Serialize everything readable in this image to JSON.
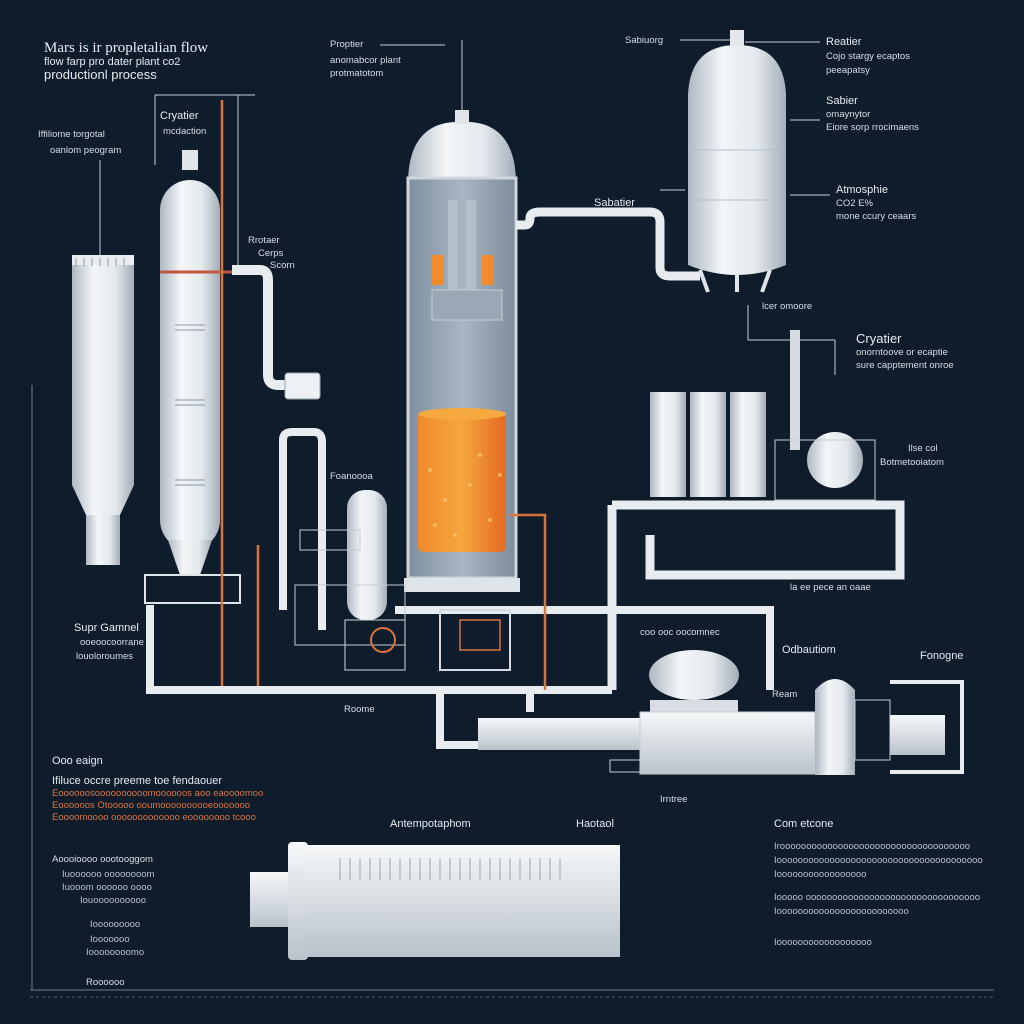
{
  "colors": {
    "background": "#0e1c2b",
    "equipment": "#eef1f4",
    "equipment_shadow": "#b7c0c9",
    "pipe": "#e8ecef",
    "accent_orange": "#e8762e",
    "label_text": "#e6ebf0"
  },
  "title": {
    "line1": "Mars is ir propletalian flow",
    "line2": "flow farp pro dater plant co2",
    "line3": "productionl process"
  },
  "labels": {
    "left_tank": {
      "name": "Cryatier",
      "sub": "mcdaction"
    },
    "left_desc": {
      "line1": "Iffiliome torgotal",
      "line2": "oanlom peogram"
    },
    "left_valve": {
      "line1": "Rrotaer",
      "line2": "Cerps",
      "line3": "Scorn"
    },
    "reactor_top": {
      "line1": "Proptier",
      "line2": "anomabcor plant",
      "line3": "protmatotom"
    },
    "right_top_left": "Sabiuorg",
    "right_top": {
      "line1": "Reatier",
      "line2": "Cojo stargy ecaptos",
      "line3": "peeapatsy"
    },
    "sabier": {
      "line1": "Sabier",
      "line2": "omaynytor",
      "line3": "Eiore sorp rrocimaens"
    },
    "atmosphere": {
      "line1": "Atmosphie",
      "line2": "CO2 E%",
      "line3": "mone ccury ceaars"
    },
    "sabatier_mid": "Sabatier",
    "cryatier_right": {
      "line1": "Cryatier",
      "line2": "onorntoove or ecaptie",
      "line3": "sure capptement onroe"
    },
    "right_mid": {
      "line1": "Ilse col",
      "line2": "Botmetooiatom"
    },
    "right_small": "lcer omoore",
    "center_small": "Roome",
    "tank_row": "la ee pece an oaae",
    "left_lower": {
      "line1": "Supr Gamnel",
      "line2": "ooeoocoorrane",
      "line3": "louoloroumes"
    },
    "center_pipe_note": "Foanoooa",
    "center_row_labels": "coo ooc oocomnec",
    "odation": "Odbautiom",
    "fonogne": "Fonogne",
    "small_right": "Ream",
    "under_center": "Roome",
    "bottom_center_small": "Irntree"
  },
  "bottom_left": {
    "heading": "Ooo eaign",
    "line1": "Ifiluce occre preeme toe fendaouer",
    "orange1": "Eoooooosoooooooooomoooooos aoo eaoooomoo",
    "orange2": "Eoooooos Otooooo ooumoooooooooeooooooo",
    "orange3": "Eoooomoooo ooooooooooooo eoooooooo tcooo",
    "sub_heading": "Aoooioooo oootooggom",
    "list1": "Iuoooooo oooooooom",
    "list2": "Iuooom oooooo oooo",
    "list3": "Iouoooooooooo",
    "list4": "Iooooooooo",
    "list5": "Iooooooo",
    "list6": "Ioooooooomo"
  },
  "bottom_center": {
    "label_left": "Antempotaphom",
    "label_right": "Haotaol"
  },
  "bottom_right": {
    "heading": "Com etcone",
    "line1": "Iroooooooooooooooooooooooooooooooooooo",
    "line2": "Iooooooooooooooooooooooooooooooooooooooo",
    "line3": "Iooooooooooooooooo",
    "line4": "Iooooo ooooooooooooooooooooooooooooooooo",
    "line5": "Iooooooooooooooooooooooooo",
    "line6": "Ioooooooooooooooooo"
  },
  "footer": {
    "left": "Roooooo"
  }
}
